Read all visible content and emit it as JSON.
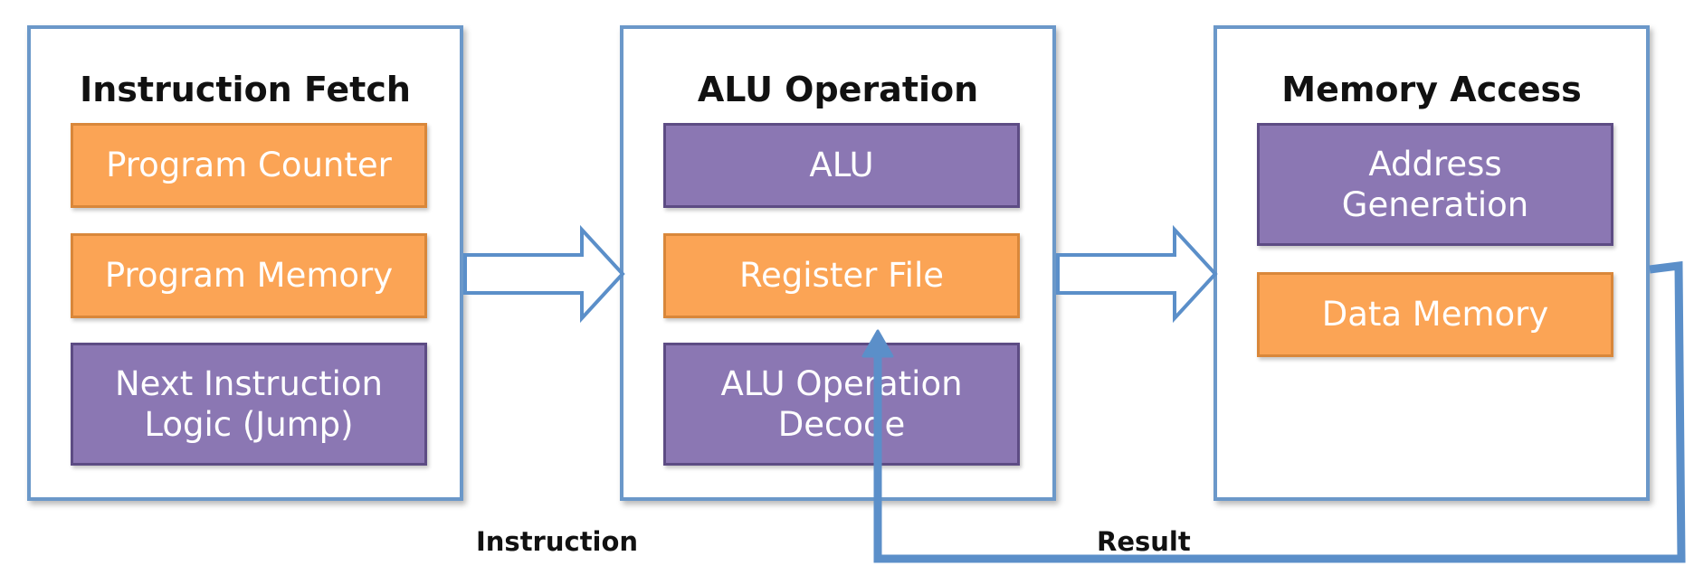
{
  "colors": {
    "stage_border": "#6b98c9",
    "block_orange": "#fba455",
    "block_purple": "#8b77b3",
    "arrow_blue": "#5b8fc9"
  },
  "stages": {
    "fetch": {
      "title": "Instruction Fetch",
      "blocks": [
        {
          "label": "Program Counter",
          "color": "orange"
        },
        {
          "label": "Program Memory",
          "color": "orange"
        },
        {
          "label": "Next Instruction\nLogic (Jump)",
          "color": "purple"
        }
      ]
    },
    "alu": {
      "title": "ALU Operation",
      "blocks": [
        {
          "label": "ALU",
          "color": "purple"
        },
        {
          "label": "Register File",
          "color": "orange"
        },
        {
          "label": "ALU Operation\nDecode",
          "color": "purple"
        }
      ]
    },
    "memory": {
      "title": "Memory Access",
      "blocks": [
        {
          "label": "Address\nGeneration",
          "color": "purple"
        },
        {
          "label": "Data Memory",
          "color": "orange"
        }
      ]
    }
  },
  "flows": {
    "instruction_label": "Instruction",
    "result_label": "Result"
  }
}
